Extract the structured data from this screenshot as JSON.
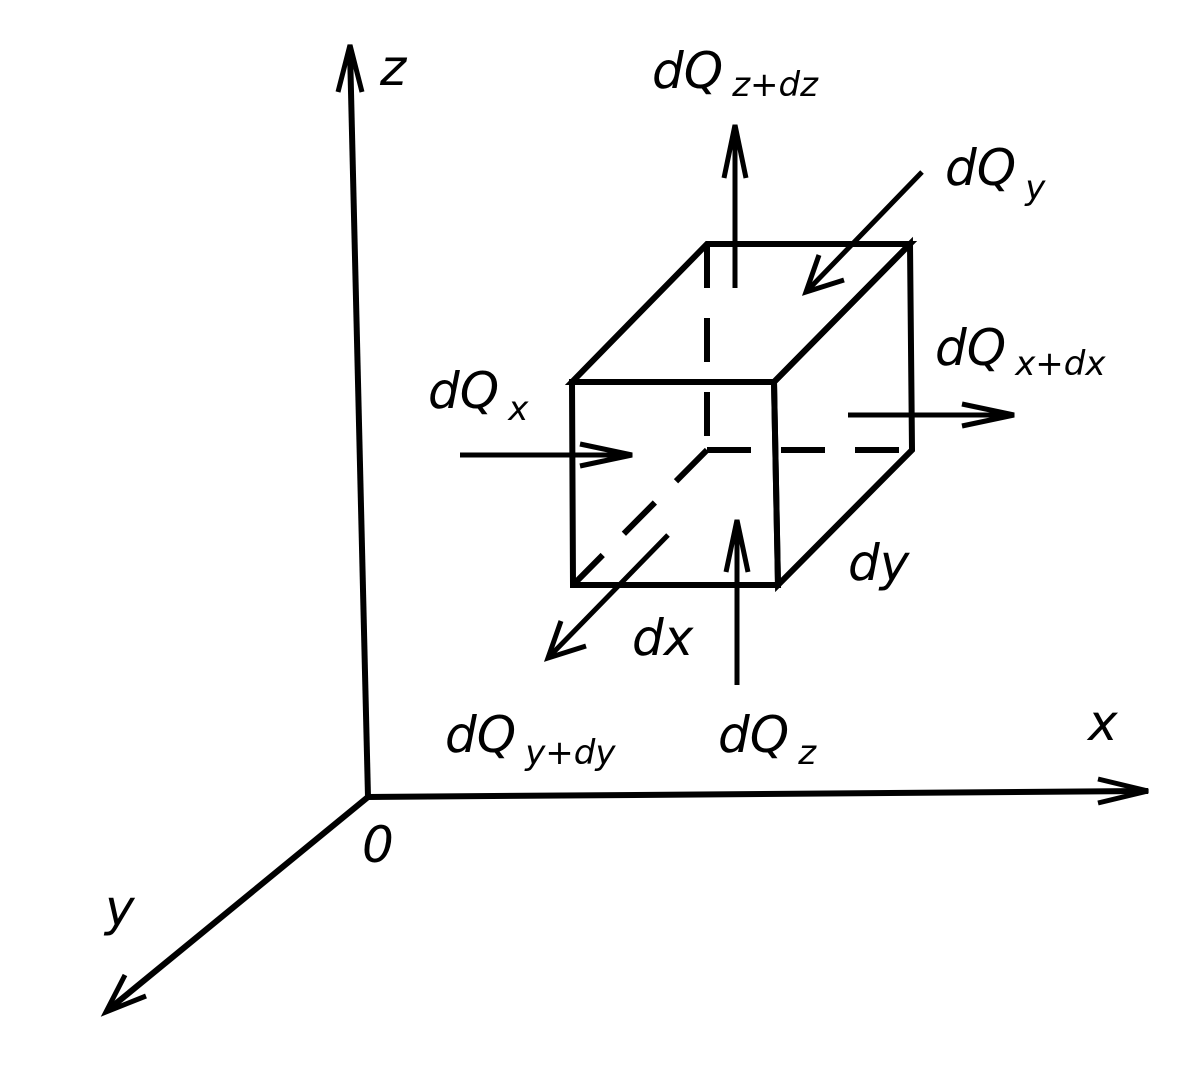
{
  "axes": {
    "z": "z",
    "x": "x",
    "y": "y",
    "origin": "0"
  },
  "flows": {
    "z_out": {
      "main": "dQ",
      "sub": "z+dz"
    },
    "y_in": {
      "main": "dQ",
      "sub": "y"
    },
    "x_out": {
      "main": "dQ",
      "sub": "x+dx"
    },
    "x_in": {
      "main": "dQ",
      "sub": "x"
    },
    "y_out": {
      "main": "dQ",
      "sub": "y+dy"
    },
    "z_in": {
      "main": "dQ",
      "sub": "z"
    }
  },
  "dimensions": {
    "dx": "dx",
    "dy": "dy"
  }
}
